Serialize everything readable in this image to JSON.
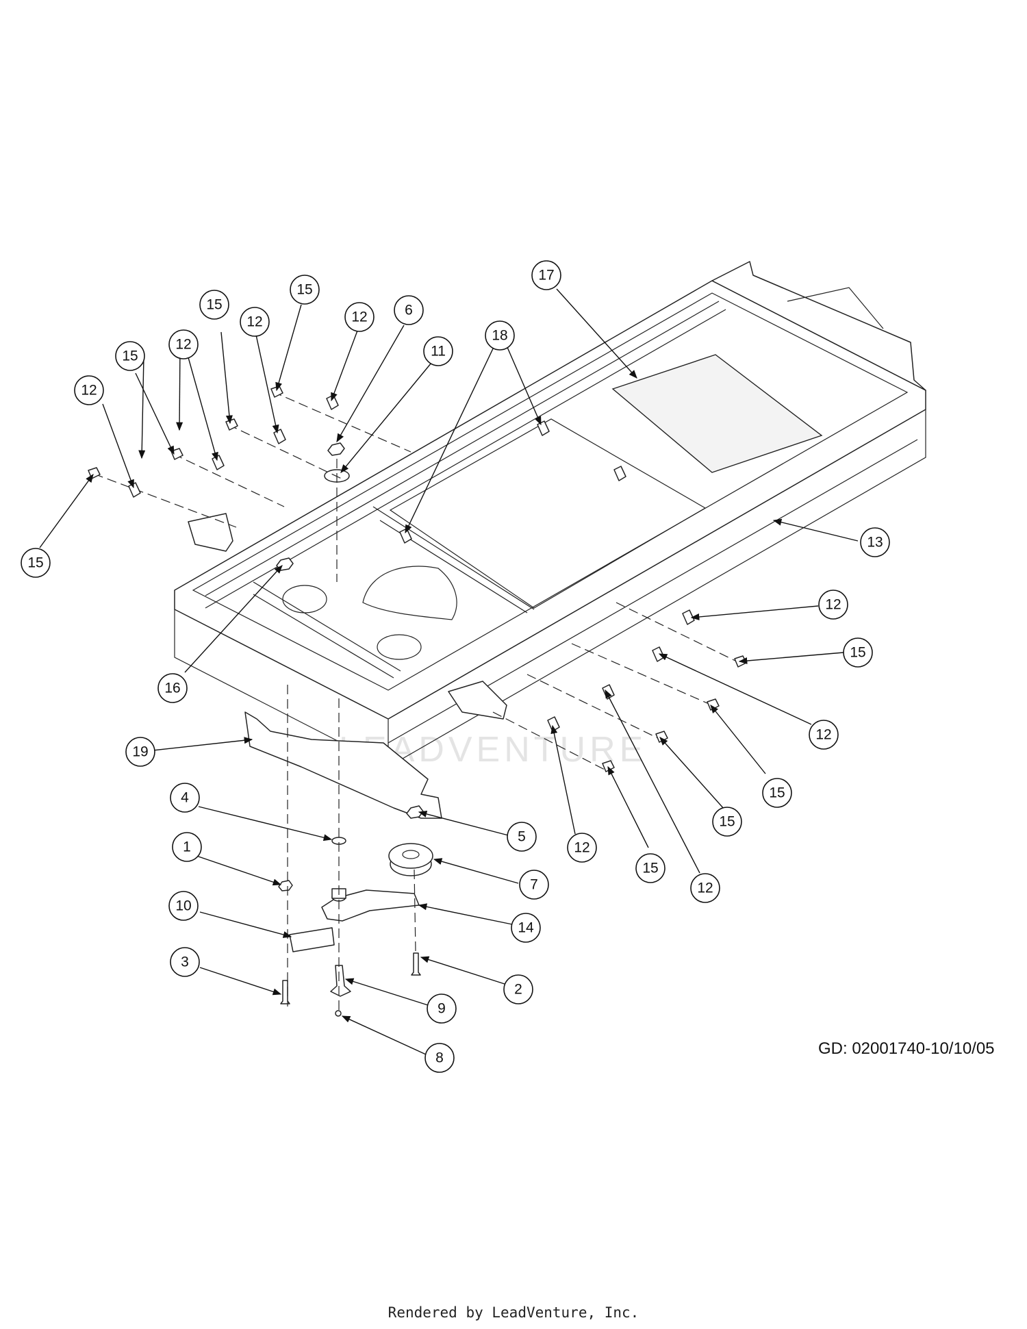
{
  "diagram": {
    "code": "GD: 02001740-10/10/05",
    "credit": "Rendered by LeadVenture, Inc.",
    "watermark": "LEADVENTURE",
    "callouts": [
      {
        "id": "c01",
        "label": "15"
      },
      {
        "id": "c02",
        "label": "15"
      },
      {
        "id": "c03",
        "label": "12"
      },
      {
        "id": "c04",
        "label": "12"
      },
      {
        "id": "c05",
        "label": "6"
      },
      {
        "id": "c06",
        "label": "11"
      },
      {
        "id": "c07",
        "label": "18"
      },
      {
        "id": "c08",
        "label": "17"
      },
      {
        "id": "c09",
        "label": "15"
      },
      {
        "id": "c10",
        "label": "12"
      },
      {
        "id": "c11",
        "label": "12"
      },
      {
        "id": "c12",
        "label": "15"
      },
      {
        "id": "c13",
        "label": "13"
      },
      {
        "id": "c14",
        "label": "16"
      },
      {
        "id": "c15",
        "label": "12"
      },
      {
        "id": "c16",
        "label": "15"
      },
      {
        "id": "c17",
        "label": "12"
      },
      {
        "id": "c18",
        "label": "15"
      },
      {
        "id": "c19",
        "label": "19"
      },
      {
        "id": "c20",
        "label": "15"
      },
      {
        "id": "c21",
        "label": "4"
      },
      {
        "id": "c22",
        "label": "5"
      },
      {
        "id": "c23",
        "label": "12"
      },
      {
        "id": "c24",
        "label": "15"
      },
      {
        "id": "c25",
        "label": "1"
      },
      {
        "id": "c26",
        "label": "7"
      },
      {
        "id": "c27",
        "label": "12"
      },
      {
        "id": "c28",
        "label": "10"
      },
      {
        "id": "c29",
        "label": "14"
      },
      {
        "id": "c30",
        "label": "3"
      },
      {
        "id": "c31",
        "label": "2"
      },
      {
        "id": "c32",
        "label": "9"
      },
      {
        "id": "c33",
        "label": "8"
      }
    ]
  }
}
